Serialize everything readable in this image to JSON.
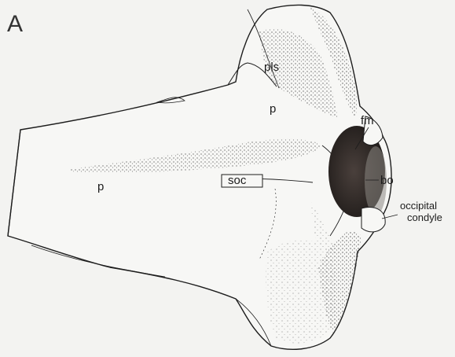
{
  "figure": {
    "panel_letter": "A",
    "labels": {
      "pls": "pls",
      "p_upper": "p",
      "p_left": "p",
      "soc": "soc",
      "fm": "fm",
      "bo": "bo",
      "occipital": "occipital",
      "condyle": "condyle"
    },
    "colors": {
      "background": "#f3f3f1",
      "ink": "#1c1c1c",
      "stipple": "#6a6a6a",
      "foramen_fill": "#2a2422"
    }
  }
}
